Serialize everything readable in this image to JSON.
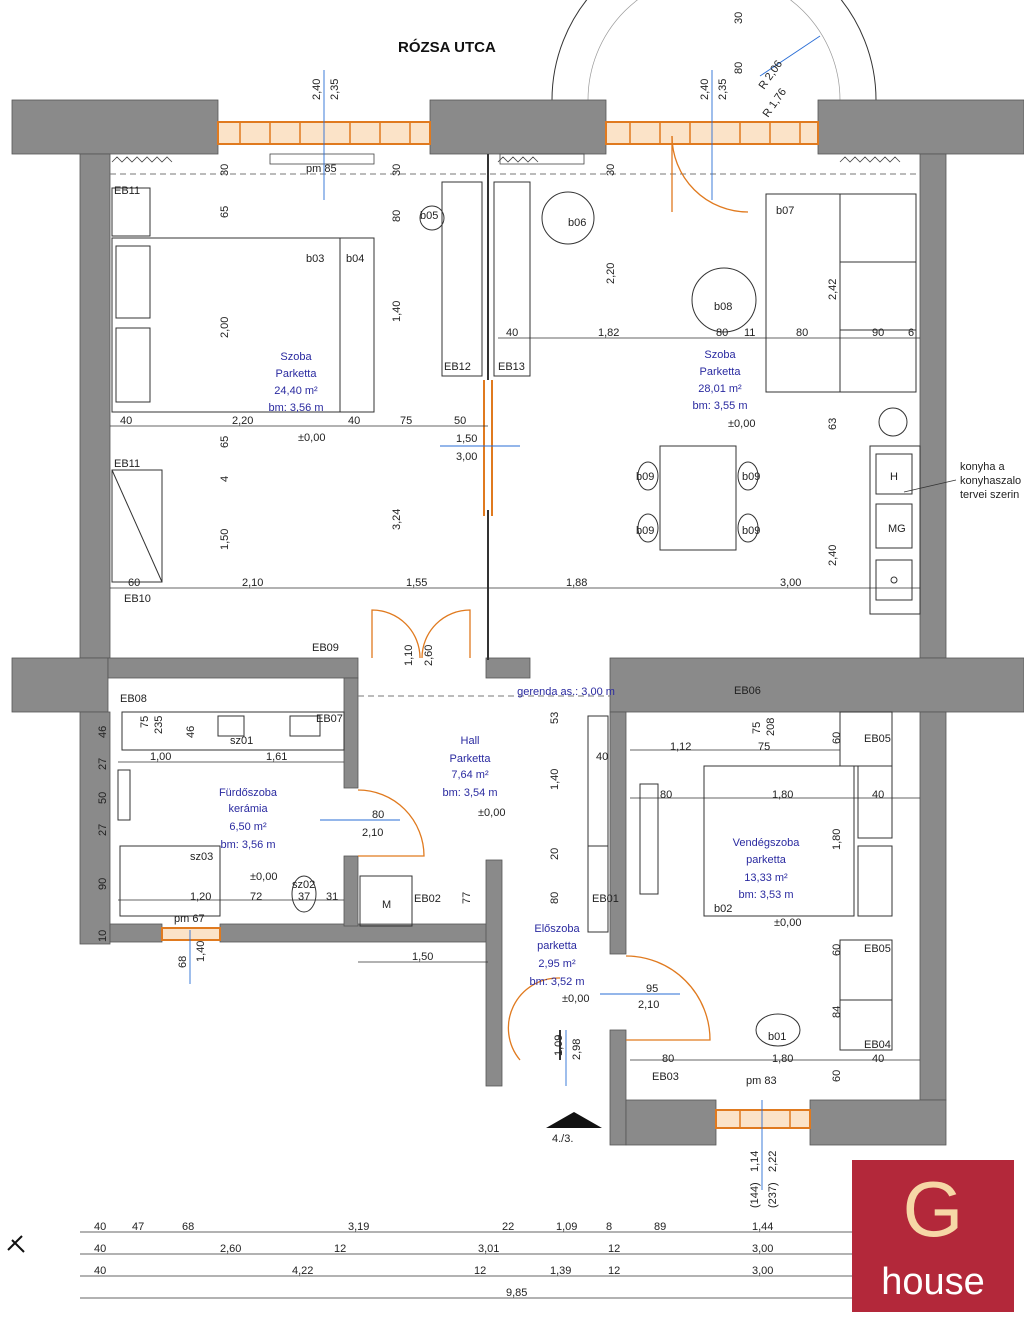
{
  "street": "RÓZSA UTCA",
  "colors": {
    "wall": "#808080",
    "window": "#e07a1f",
    "room_text": "#2a2aa0",
    "logo_bg": "#b3283a",
    "logo_g": "#f6d7a6"
  },
  "rooms": [
    {
      "name": "Szoba",
      "floor": "Parketta",
      "area": "24,40 m²",
      "height": "bm: 3,56 m"
    },
    {
      "name": "Szoba",
      "floor": "Parketta",
      "area": "28,01 m²",
      "height": "bm: 3,55 m"
    },
    {
      "name": "Hall",
      "floor": "Parketta",
      "area": "7,64 m²",
      "height": "bm: 3,54 m"
    },
    {
      "name": "Fürdőszoba",
      "floor": "kerámia",
      "area": "6,50 m²",
      "height": "bm: 3,56 m"
    },
    {
      "name": "Vendégszoba",
      "floor": "parketta",
      "area": "13,33 m²",
      "height": "bm: 3,53 m"
    },
    {
      "name": "Előszoba",
      "floor": "parketta",
      "area": "2,95 m²",
      "height": "bm: 3,52 m"
    }
  ],
  "level": "±0,00",
  "beam": "gerenda as.: 3,00 m",
  "kitchen_note": [
    "konyha a",
    "konyhaszalo",
    "tervei szerin"
  ],
  "entrance": "4./3.",
  "window_labels": [
    "pm 85",
    "pm 67",
    "pm 83"
  ],
  "radii": [
    "R 2,06",
    "R 1,76"
  ],
  "elements": {
    "eb": [
      "EB11",
      "EB11",
      "EB10",
      "EB09",
      "EB12",
      "EB13",
      "EB08",
      "EB07",
      "EB06",
      "EB05",
      "EB05",
      "EB04",
      "EB03",
      "EB02",
      "EB01"
    ],
    "b": [
      "b03",
      "b04",
      "b05",
      "b06",
      "b07",
      "b08",
      "b09",
      "b09",
      "b09",
      "b09",
      "b02",
      "b01"
    ],
    "sz": [
      "sz01",
      "sz02",
      "sz03"
    ],
    "appliances": [
      "H",
      "MG",
      "M"
    ]
  },
  "interior_dims": [
    "2,40",
    "2,35",
    "2,40",
    "2,35",
    "30",
    "80",
    "30",
    "30",
    "30",
    "65",
    "80",
    "2,00",
    "1,40",
    "2,20",
    "2,42",
    "40",
    "1,82",
    "80",
    "11",
    "80",
    "90",
    "6",
    "40",
    "2,20",
    "40",
    "75",
    "50",
    "1,50",
    "3,00",
    "65",
    "63",
    "4",
    "1,50",
    "3,24",
    "2,40",
    "60",
    "2,10",
    "1,55",
    "1,88",
    "3,00",
    "1,10",
    "2,60",
    "75",
    "235",
    "46",
    "27",
    "50",
    "27",
    "90",
    "10",
    "46",
    "1,00",
    "1,61",
    "80",
    "2,10",
    "1,20",
    "72",
    "37",
    "31",
    "77",
    "68",
    "1,40",
    "1,50",
    "53",
    "1,40",
    "20",
    "80",
    "40",
    "1,12",
    "75",
    "75",
    "208",
    "60",
    "80",
    "1,80",
    "40",
    "1,80",
    "60",
    "84",
    "60",
    "95",
    "2,10",
    "1,09",
    "2,98",
    "80",
    "1,80",
    "40",
    "1,14",
    "2,22",
    "(144)",
    "(237)"
  ],
  "bottom_dims": [
    [
      "40",
      "47",
      "68",
      "3,19",
      "22",
      "1,09",
      "8",
      "89",
      "1,44"
    ],
    [
      "40",
      "2,60",
      "12",
      "3,01",
      "12",
      "3,00"
    ],
    [
      "40",
      "4,22",
      "12",
      "1,39",
      "12",
      "3,00"
    ],
    [
      "9,85"
    ]
  ],
  "logo": {
    "letter": "G",
    "word": "house"
  }
}
